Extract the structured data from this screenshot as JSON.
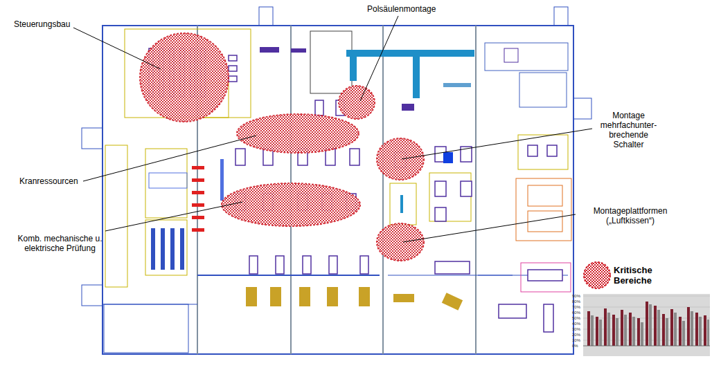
{
  "diagram": {
    "labels": [
      "Steuerungsbau",
      "Polsäulenmontage",
      "Kranressourcen",
      "Komb. mechanische u. elektrische Prüfung",
      "Montage mehrfachunter- brechende Schalter",
      "Montageplattformen („Luftkissen“)",
      "90%",
      "80%",
      "70%",
      "60%",
      "50%",
      "40%",
      "30%",
      "20%",
      "10%",
      "0%"
    ],
    "legend": [
      {
        "text": "Kritische Bereiche"
      }
    ]
  }
}
